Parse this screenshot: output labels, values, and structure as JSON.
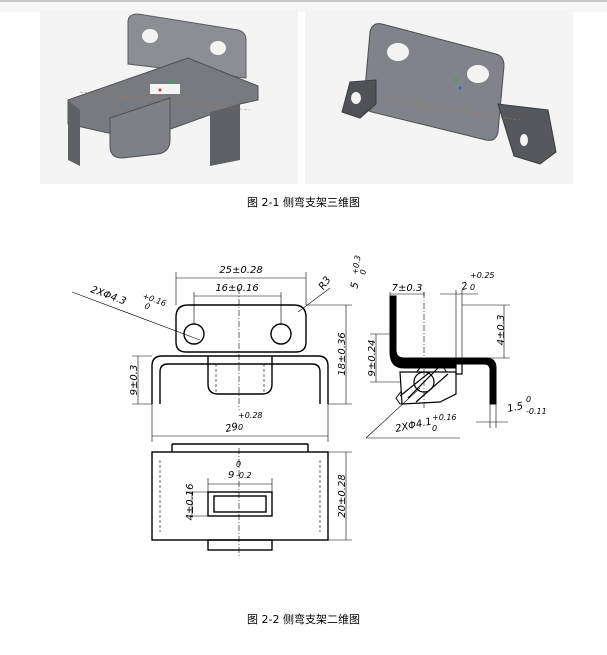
{
  "captions": {
    "fig1": "图 2-1 侧弯支架三维图",
    "fig2": "图 2-2 侧弯支架二维图"
  },
  "dimensions": {
    "w25": "25±0.28",
    "w16": "16±0.16",
    "r3": "R3",
    "angle5": "5",
    "angle5_tol_top": "+0.3",
    "angle5_tol_bot": "0",
    "holes_prefix": "2XΦ4.3",
    "holes_tol_top": "+0.16",
    "holes_tol_bot": "0",
    "h9": "9±0.3",
    "h18": "18±0.36",
    "w29": "29",
    "w29_tol_top": "+0.28",
    "w29_tol_bot": "0",
    "s7": "7±0.3",
    "s2": "2",
    "s2_tol_top": "+0.25",
    "s2_tol_bot": "0",
    "s4": "4±0.3",
    "s9": "9±0.24",
    "s_holes_prefix": "2XΦ4.1",
    "s_holes_tol_top": "+0.16",
    "s_holes_tol_bot": "0",
    "s15": "1.5",
    "s15_tol_top": "0",
    "s15_tol_bot": "-0.11",
    "b9": "9",
    "b9_tol_top": "0",
    "b9_tol_bot": "-0.2",
    "b4": "4±0.16",
    "b20": "20±0.28"
  },
  "colors": {
    "render_bg": "#f4f4f4",
    "part_gray": "#6f7378",
    "part_dark": "#4a4d51",
    "part_light": "#9a9ea3"
  }
}
